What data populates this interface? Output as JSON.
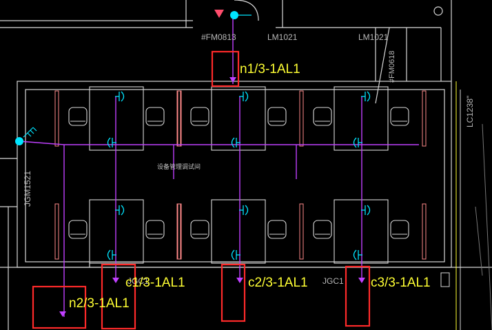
{
  "drawing": {
    "door_labels": {
      "fm": "#FM0813",
      "lm_a": "LM1021",
      "lm_b": "LM1021",
      "fm_vert": "#FM0618",
      "jgm": "JGM1521",
      "lc": "LC1238\"",
      "jgc_a": "JGC1",
      "jgc_b": "JGC1"
    },
    "room_name": "设备管理调试间",
    "circuits": {
      "n1": "n1/3-1AL1",
      "n2": "n2/3-1AL1",
      "c1": "c1/3-1AL1",
      "c2": "c2/3-1AL1",
      "c3": "c3/3-1AL1"
    },
    "colors": {
      "background": "#000000",
      "wall": "#d9d9d9",
      "wiring": "#c040ff",
      "socket": "#00e5ff",
      "label": "#ffff33",
      "highlight": "#ff2a2a",
      "desk_support": "#ff8a8a"
    }
  }
}
